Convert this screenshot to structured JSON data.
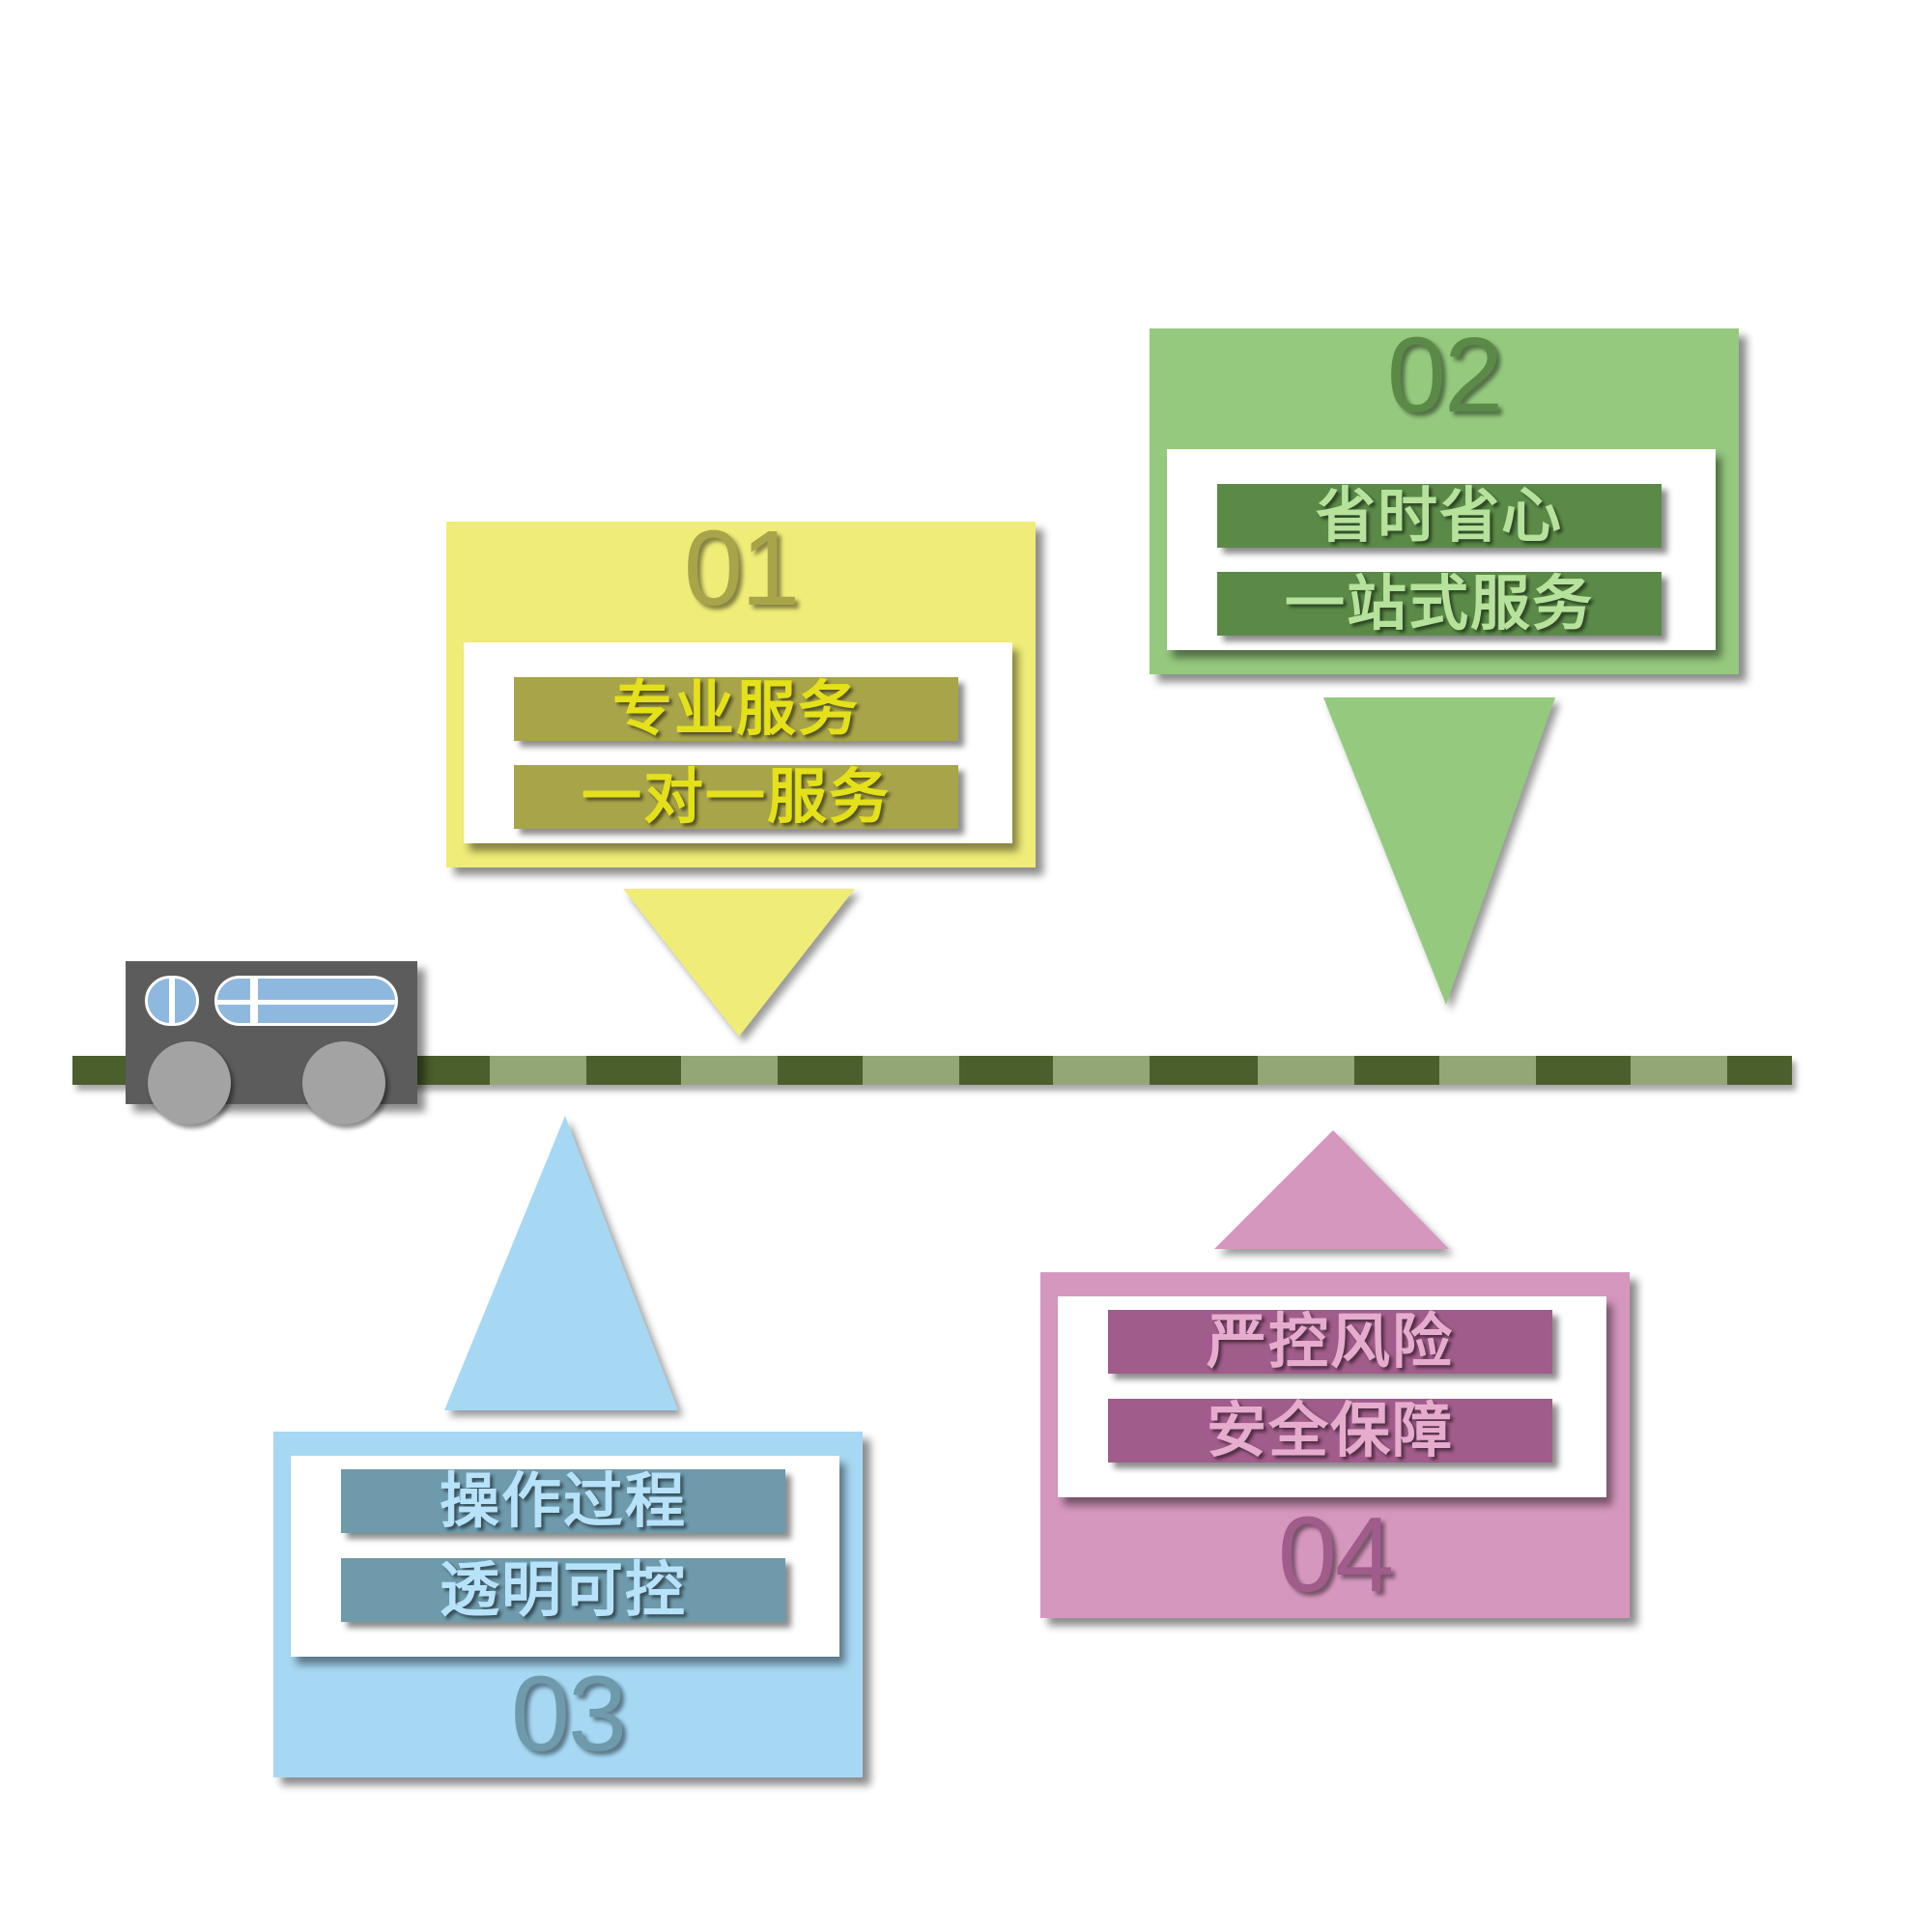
{
  "colors": {
    "yellow": "#f0ec78",
    "yellow_dark": "#a8a44a",
    "yellow_text": "#e4e01a",
    "green": "#95c97e",
    "green_dark": "#5b8a48",
    "green_text": "#b6e29c",
    "blue": "#a6d8f4",
    "blue_dark": "#6e9aab",
    "blue_text": "#b6e2fa",
    "pink": "#d697be",
    "pink_dark": "#a05c8a",
    "pink_text": "#e6acce",
    "track": "#4a5f2c",
    "tie": "#93a776",
    "train": "#5c5c5c"
  },
  "cards": [
    {
      "number": "01",
      "lines": [
        "专业服务",
        "一对一服务"
      ]
    },
    {
      "number": "02",
      "lines": [
        "省时省心",
        "一站式服务"
      ]
    },
    {
      "number": "03",
      "lines": [
        "操作过程",
        "透明可控"
      ]
    },
    {
      "number": "04",
      "lines": [
        "严控风险",
        "安全保障"
      ]
    }
  ]
}
